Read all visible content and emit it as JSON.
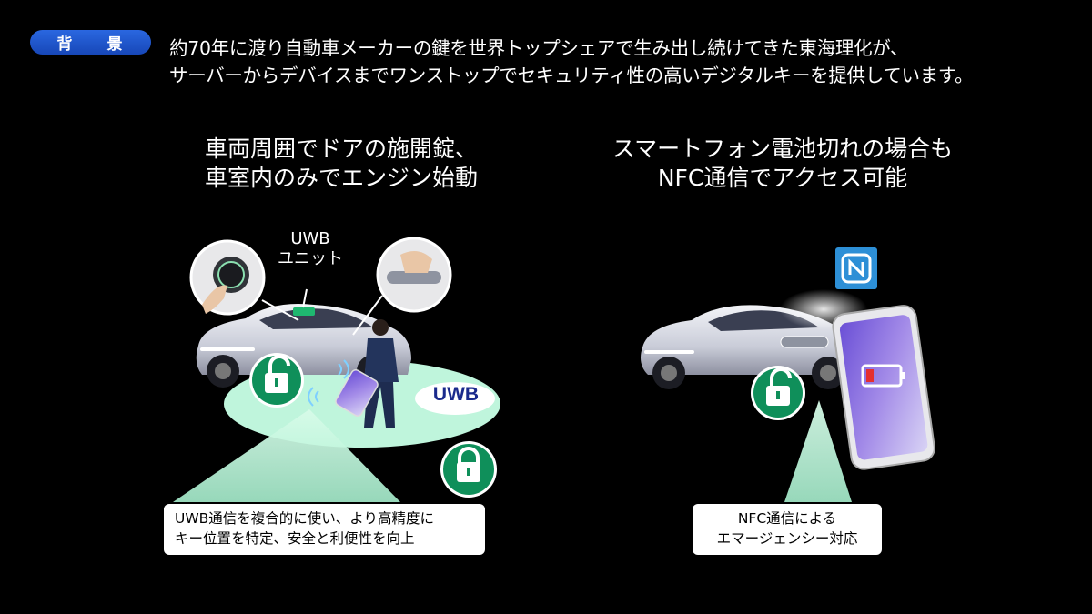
{
  "badge": "背 景",
  "background_text": [
    "約70年に渡り自動車メーカーの鍵を世界トップシェアで生み出し続けてきた東海理化が、",
    "サーバーからデバイスまでワンストップでセキュリティ性の高いデジタルキーを提供しています。"
  ],
  "left_panel": {
    "heading_lines": [
      "車両周囲でドアの施開錠、",
      "車室内のみでエンジン始動"
    ],
    "uwb_unit_label": [
      "UWB",
      "ユニット"
    ],
    "uwb_zone_label": "UWB",
    "callout_lines": [
      "UWB通信を複合的に使い、より高精度に",
      "キー位置を特定、安全と利便性を向上"
    ]
  },
  "right_panel": {
    "heading_lines": [
      "スマートフォン電池切れの場合も",
      "NFC通信でアクセス可能"
    ],
    "callout_lines": [
      "NFC通信による",
      "エマージェンシー対応"
    ]
  },
  "icons": [
    "unlock-icon",
    "lock-icon",
    "nfc-icon",
    "start-button-icon",
    "door-handle-icon",
    "low-battery-icon"
  ],
  "colors": {
    "badge_blue": "#1a56d6",
    "zone_green": "#bff5dc",
    "lock_green": "#0f8f5a"
  }
}
